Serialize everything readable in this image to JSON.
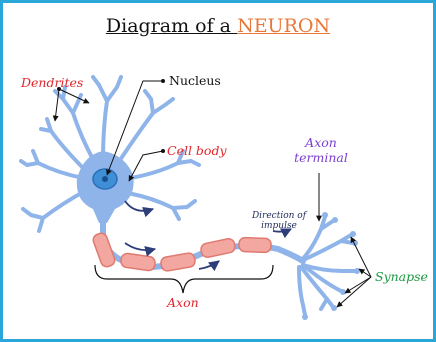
{
  "title": {
    "part1": "Diagram of a ",
    "part2": "NEURON"
  },
  "labels": {
    "dendrites": "Dendrites",
    "nucleus": "Nucleus",
    "cell_body": "Cell body",
    "axon_terminal_1": "Axon",
    "axon_terminal_2": "terminal",
    "direction_1": "Direction of",
    "direction_2": "impulse",
    "synapse": "Synapse",
    "axon": "Axon"
  },
  "colors": {
    "border": "#2aa7d8",
    "neuron": "#8fb4ea",
    "myelin": "#f2a7a0",
    "accent_title": "#e8773a",
    "label_red": "#e0262c",
    "label_purple": "#7a3fd0",
    "label_green": "#1a9a43"
  }
}
